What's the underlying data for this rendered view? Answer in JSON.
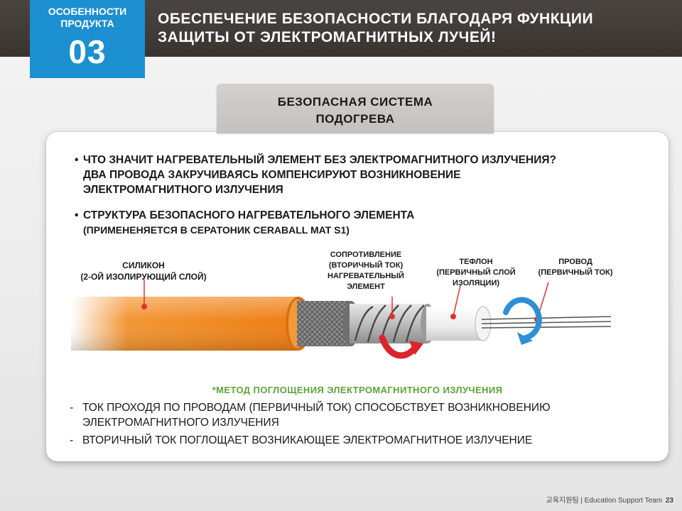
{
  "header": {
    "badge_label_line1": "ОСОБЕННОСТИ",
    "badge_label_line2": "ПРОДУКТА",
    "badge_number": "03",
    "title_line1": "ОБЕСПЕЧЕНИЕ БЕЗОПАСНОСТИ БЛАГОДАРЯ ФУНКЦИИ",
    "title_line2": "ЗАЩИТЫ ОТ ЭЛЕКТРОМАГНИТНЫХ ЛУЧЕЙ!"
  },
  "subtitle": {
    "line1": "БЕЗОПАСНАЯ СИСТЕМА",
    "line2": "ПОДОГРЕВА"
  },
  "bullets": [
    {
      "lines": [
        "ЧТО ЗНАЧИТ НАГРЕВАТЕЛЬНЫЙ ЭЛЕМЕНТ БЕЗ ЭЛЕКТРОМАГНИТНОГО ИЗЛУЧЕНИЯ?",
        "ДВА ПРОВОДА ЗАКРУЧИВАЯСЬ КОМПЕНСИРУЮТ ВОЗНИКНОВЕНИЕ",
        "ЭЛЕКТРОМАГНИТНОГО ИЗЛУЧЕНИЯ"
      ]
    },
    {
      "line1": "СТРУКТУРА БЕЗОПАСНОГО НАГРЕВАТЕЛЬНОГО ЭЛЕМЕНТА",
      "line2": "(ПРИМЕНЕНЯЕТСЯ В СЕРАТОНИК CERABALL MAT S1)"
    }
  ],
  "diagram_labels": {
    "silicon": [
      "СИЛИКОН",
      "(2-ОЙ ИЗОЛИРУЮЩИЙ СЛОЙ)"
    ],
    "resistance": [
      "СОПРОТИВЛЕНИЕ",
      "(ВТОРИЧНЫЙ ТОК)",
      "НАГРЕВАТЕЛЬНЫЙ",
      "ЭЛЕМЕНТ"
    ],
    "teflon": [
      "ТЕФЛОН",
      "(ПЕРВИЧНЫЙ СЛОЙ",
      "ИЗОЛЯЦИИ)"
    ],
    "wire": [
      "ПРОВОД",
      "(ПЕРВИЧНЫЙ ТОК)"
    ]
  },
  "method_title": "*МЕТОД ПОГЛОЩЕНИЯ ЭЛЕКТРОМАГНИТНОГО ИЗЛУЧЕНИЯ",
  "notes": [
    {
      "lines": [
        "ТОК ПРОХОДЯ ПО ПРОВОДАМ (ПЕРВИЧНЫЙ ТОК) СПОСОБСТВУЕТ ВОЗНИКНОВЕНИЮ",
        "ЭЛЕКТРОМАГНИТНОГО ИЗЛУЧЕНИЯ"
      ]
    },
    {
      "lines": [
        "ВТОРИЧНЫЙ ТОК ПОГЛОЩАЕТ ВОЗНИКАЮЩЕЕ ЭЛЕКТРОМАГНИТНОЕ ИЗЛУЧЕНИЕ"
      ]
    }
  ],
  "bullet_symbol": "•",
  "dash_symbol": "-",
  "footer": {
    "team": "교육지원팀 | Education Support Team",
    "page": "23"
  },
  "colors": {
    "header_bar": "#3f3936",
    "badge": "#1c8fd1",
    "method_title": "#5aa43a",
    "silicon_orange": "#f08a1c",
    "leader_red": "#e0322a",
    "arrow_blue": "#2e8fd6",
    "arrow_red": "#d8262a"
  }
}
